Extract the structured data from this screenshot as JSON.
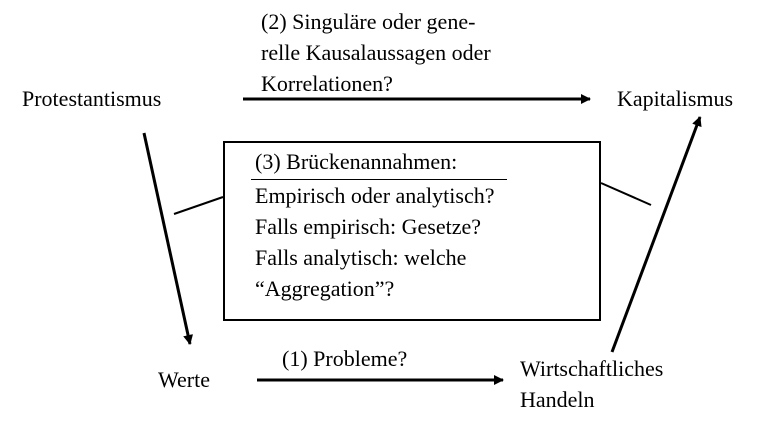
{
  "nodes": {
    "protestantismus": "Protestantismus",
    "kapitalismus": "Kapitalismus",
    "werte": "Werte",
    "wirtschaftliches_line1": "Wirtschaftliches",
    "wirtschaftliches_line2": "Handeln"
  },
  "top_edge_label": {
    "line1": "(2) Singuläre oder gene-",
    "line2": "relle Kausalaussagen oder",
    "line3": "Korrelationen?"
  },
  "bottom_edge_label": "(1) Probleme?",
  "box": {
    "title": "(3) Brückenannahmen:",
    "line1": "Empirisch oder analytisch?",
    "line2": "Falls empirisch: Gesetze?",
    "line3": "Falls analytisch: welche",
    "line4": "“Aggregation”?"
  }
}
